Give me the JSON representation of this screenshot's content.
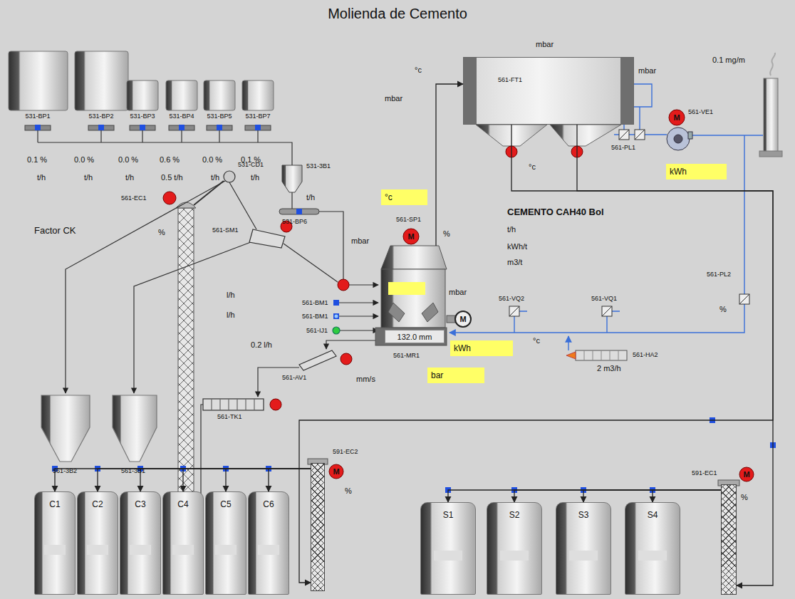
{
  "diagram": {
    "title": "Molienda de Cemento",
    "nodes": [
      {
        "text": [
          "561-FT1"
        ]
      },
      {
        "text": [
          "kWh"
        ]
      },
      {
        "text": [
          "°c"
        ]
      },
      {
        "text": [
          "561-MR1"
        ]
      },
      {
        "text": [
          "132.0 mm"
        ],
        "in": 3
      },
      {
        "text": [
          "kWh"
        ]
      },
      {
        "text": [
          "bar"
        ]
      },
      {
        "text": [
          "591-EC2"
        ]
      },
      {
        "text": [
          "C1"
        ]
      },
      {
        "text": [
          "C2"
        ]
      },
      {
        "text": [
          "C3"
        ]
      },
      {
        "text": [
          "C4"
        ]
      },
      {
        "text": [
          "C5"
        ]
      },
      {
        "text": [
          "C6"
        ]
      },
      {
        "text": [
          "591-EC1"
        ]
      },
      {
        "text": [
          "S1"
        ]
      },
      {
        "text": [
          "S2"
        ]
      },
      {
        "text": [
          "S3"
        ]
      },
      {
        "text": [
          "S4"
        ]
      }
    ],
    "edges": [
      {
        "from": 3,
        "to": 0,
        "arrow": "to"
      },
      {
        "from": 0,
        "to": 7,
        "arrow": "to"
      },
      {
        "from": 0,
        "to": 14,
        "arrow": "to"
      },
      {
        "from": 7,
        "to": 8,
        "arrow": "to"
      },
      {
        "from": 7,
        "to": 9,
        "arrow": "to"
      },
      {
        "from": 7,
        "to": 10,
        "arrow": "to"
      },
      {
        "from": 7,
        "to": 11,
        "arrow": "to"
      },
      {
        "from": 7,
        "to": 12,
        "arrow": "to"
      },
      {
        "from": 7,
        "to": 13,
        "arrow": "to"
      },
      {
        "from": 14,
        "to": 15,
        "arrow": "to"
      },
      {
        "from": 14,
        "to": 16,
        "arrow": "to"
      },
      {
        "from": 14,
        "to": 17,
        "arrow": "to"
      },
      {
        "from": 14,
        "to": 18,
        "arrow": "to"
      }
    ],
    "labels": [
      "0.1 %",
      "0.0 %",
      "0.0 %",
      "0.6 %",
      "0.0 %",
      "0.1 %",
      "t/h",
      "t/h",
      "t/h",
      "0.5 t/h",
      "t/h",
      "t/h",
      "531-BP1",
      "531-BP2",
      "531-BP3",
      "531-BP4",
      "531-BP5",
      "531-BP7",
      "531-3B1",
      "t/h",
      "531-BP6",
      "Factor CK",
      "561-EC1",
      "%",
      "531-CD1",
      "561-SM1",
      "°c",
      "mbar",
      "mbar",
      "mbar",
      "°c",
      "0.1 mg/m",
      "561-VE1",
      "561-PL1",
      "561-SP1",
      "%",
      "mbar",
      "CEMENTO CAH40 Bol",
      "t/h",
      "kWh/t",
      "m3/t",
      "561-PL2",
      "%",
      "mbar",
      "561-VQ2",
      "561-VQ1",
      "l/h",
      "l/h",
      "561-BM1",
      "561-BM1",
      "561-IJ1",
      "0.2 l/h",
      "°c",
      "561-HA2",
      "2 m3/h",
      "mm/s",
      "561-AV1",
      "561-TK1",
      "561-3B2",
      "561-3B1",
      "%",
      "%",
      "M",
      "M",
      "M",
      "M",
      "M"
    ]
  }
}
